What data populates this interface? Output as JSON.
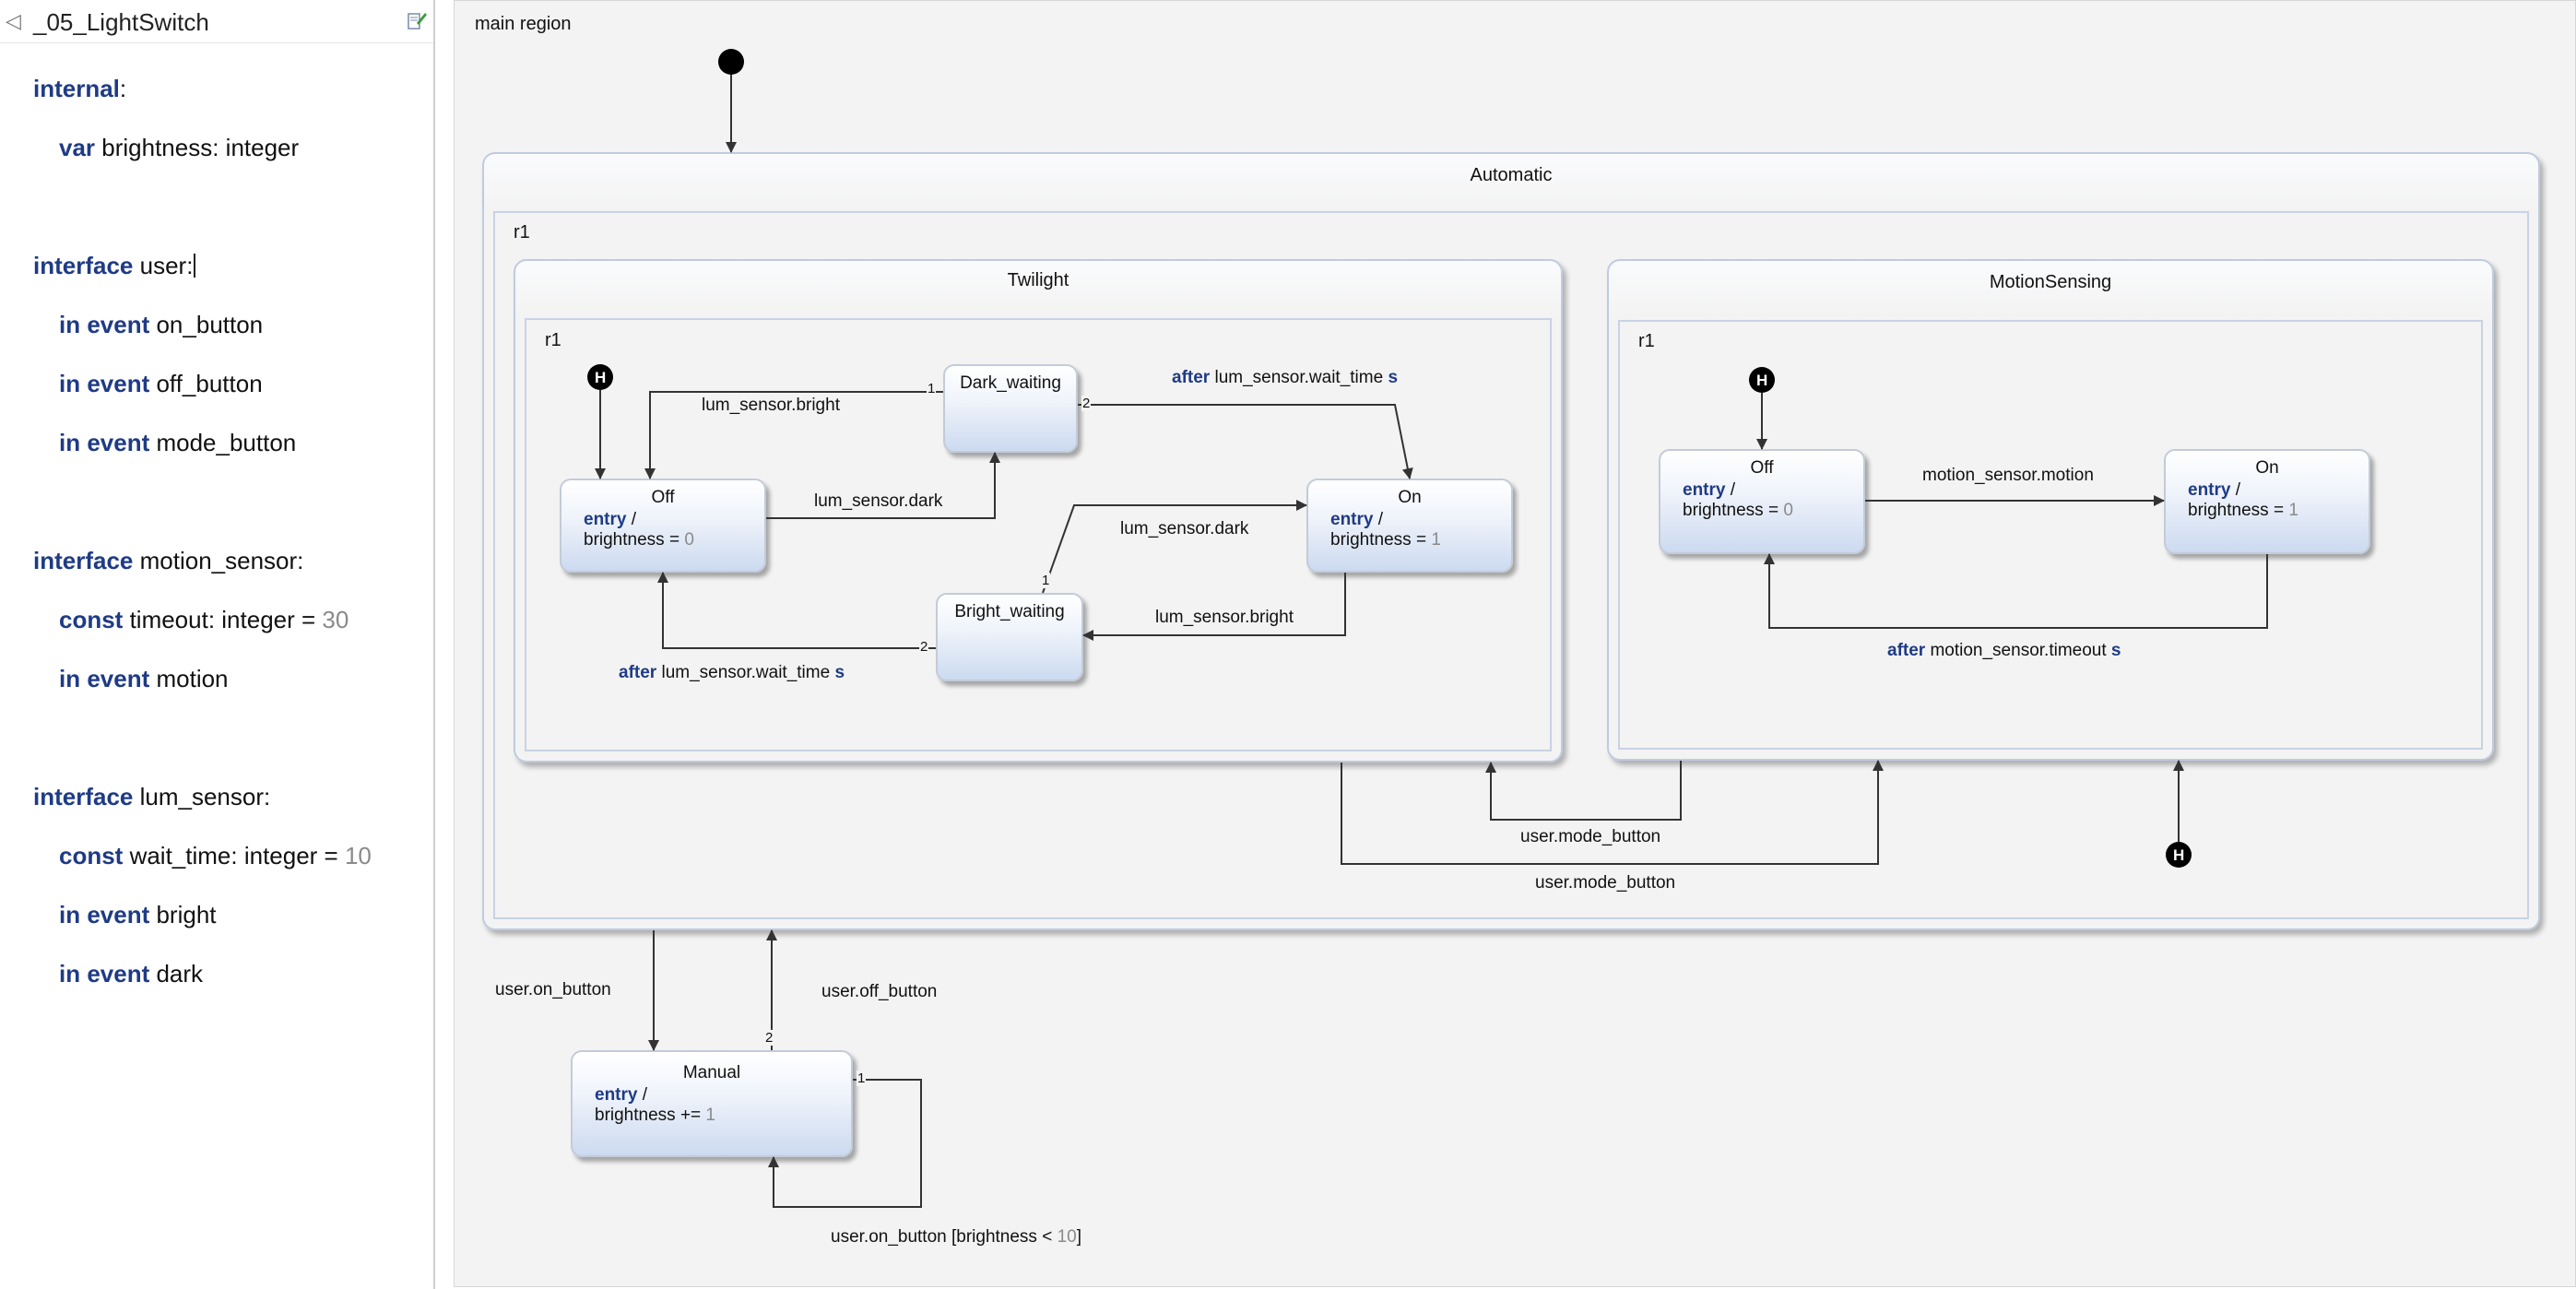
{
  "panel": {
    "title": "_05_LightSwitch",
    "collapse_glyph": "◁",
    "edit_icon": "edit-definition-icon"
  },
  "definition": {
    "internal_kw": "internal",
    "internal_colon": ":",
    "var_kw": "var",
    "var_decl": " brightness: integer",
    "user_kw": "interface",
    "user_name": " user:",
    "user_events": [
      {
        "kw": "in event",
        "name": " on_button"
      },
      {
        "kw": "in event",
        "name": " off_button"
      },
      {
        "kw": "in event",
        "name": " mode_button"
      }
    ],
    "motion_kw": "interface",
    "motion_name": " motion_sensor:",
    "motion_const_kw": "const",
    "motion_const_decl": " timeout: integer = ",
    "motion_const_val": "30",
    "motion_event_kw": "in event",
    "motion_event": " motion",
    "lum_kw": "interface",
    "lum_name": " lum_sensor:",
    "lum_const_kw": "const",
    "lum_const_decl": " wait_time: integer = ",
    "lum_const_val": "10",
    "lum_events": [
      {
        "kw": "in event",
        "name": " bright"
      },
      {
        "kw": "in event",
        "name": " dark"
      }
    ]
  },
  "diagram": {
    "main_region_label": "main region",
    "automatic": {
      "title": "Automatic",
      "region": "r1",
      "twilight": {
        "title": "Twilight",
        "region": "r1",
        "history": "H",
        "off": {
          "name": "Off",
          "entry_kw": "entry",
          "entry_sep": " /",
          "action": "brightness = ",
          "value": "0"
        },
        "dark_waiting": {
          "name": "Dark_waiting"
        },
        "on": {
          "name": "On",
          "entry_kw": "entry",
          "entry_sep": " /",
          "action": "brightness = ",
          "value": "1"
        },
        "bright_waiting": {
          "name": "Bright_waiting"
        }
      },
      "motion": {
        "title": "MotionSensing",
        "region": "r1",
        "history": "H",
        "off": {
          "name": "Off",
          "entry_kw": "entry",
          "entry_sep": " /",
          "action": "brightness = ",
          "value": "0"
        },
        "on": {
          "name": "On",
          "entry_kw": "entry",
          "entry_sep": " /",
          "action": "brightness = ",
          "value": "1"
        }
      },
      "deep_history": "H"
    },
    "manual": {
      "name": "Manual",
      "entry_kw": "entry",
      "entry_sep": " /",
      "action": "brightness += ",
      "value": "1"
    },
    "transitions": {
      "lum_bright": "lum_sensor.bright",
      "lum_dark_1": "lum_sensor.dark",
      "after_kw_1": "after",
      "wait_time_1": " lum_sensor.wait_time ",
      "s_1": "s",
      "lum_dark_2": "lum_sensor.dark",
      "lum_bright_2": "lum_sensor.bright",
      "after_kw_2": "after",
      "wait_time_2": " lum_sensor.wait_time ",
      "s_2": "s",
      "motion_motion": "motion_sensor.motion",
      "after_kw_3": "after",
      "motion_timeout": " motion_sensor.timeout ",
      "s_3": "s",
      "mode_1": "user.mode_button",
      "mode_2": "user.mode_button",
      "on_button": "user.on_button",
      "off_button": "user.off_button",
      "self_guard_a": "user.on_button [brightness < ",
      "self_guard_val": "10",
      "self_guard_b": "]",
      "prio_dark_1": "1",
      "prio_dark_2": "2",
      "prio_bright_1": "1",
      "prio_bright_2": "2",
      "prio_manual_1": "1",
      "prio_manual_2": "2"
    }
  }
}
